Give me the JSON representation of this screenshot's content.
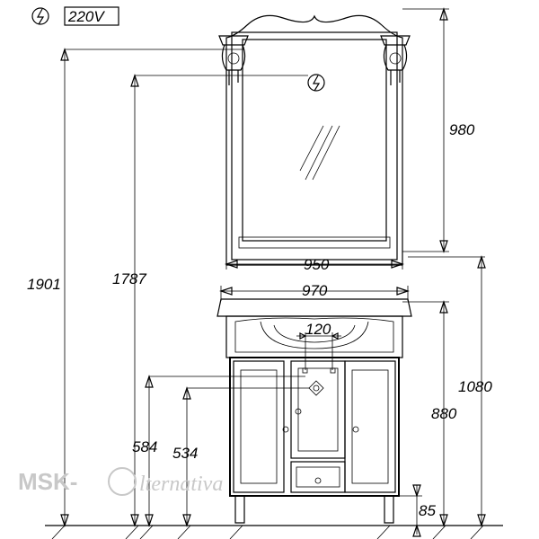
{
  "legend": {
    "voltage_label": "220V",
    "symbol": "electric-outlet-icon"
  },
  "dimensions": {
    "mirror_height": "980",
    "mirror_width": "950",
    "total_height": "1901",
    "outlet_height": "1787",
    "sink_width": "970",
    "pipe_spacing": "120",
    "cabinet_height": "880",
    "cabinet_with_sink_height": "1080",
    "leg_height": "85",
    "inlet_height": "584",
    "drain_height": "534"
  },
  "watermark": {
    "brand": "MSK-",
    "script": "lternativa"
  }
}
